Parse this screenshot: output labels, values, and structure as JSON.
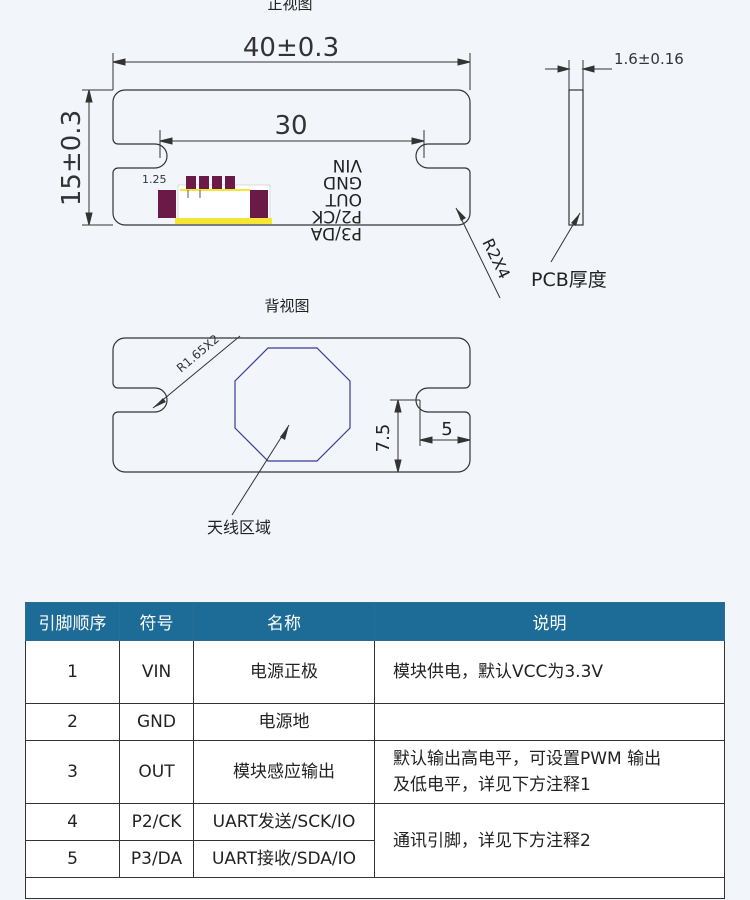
{
  "drawing": {
    "front_title": "正视图",
    "back_title": "背视图",
    "dim_length": "40±0.3",
    "dim_slot_span": "30",
    "dim_height": "15±0.3",
    "dim_thickness": "1.6±0.16",
    "dim_pad_pitch": "1.25",
    "dim_radius": "R2X4",
    "dim_corner_radius": "R1.65X2",
    "dim_slot_offset": "7.5",
    "dim_slot_depth": "5",
    "pcb_label": "PCB厚度",
    "antenna_label": "天线区域",
    "pin_labels": [
      "P3/DA",
      "P2/CK",
      "OUT",
      "GND",
      "VIN"
    ]
  },
  "table": {
    "headers": [
      "引脚顺序",
      "符号",
      "名称",
      "说明"
    ],
    "rows": [
      {
        "pin": "1",
        "symbol": "VIN",
        "name": "电源正极",
        "desc": "模块供电，默认VCC为3.3V"
      },
      {
        "pin": "2",
        "symbol": "GND",
        "name": "电源地",
        "desc": ""
      },
      {
        "pin": "3",
        "symbol": "OUT",
        "name": "模块感应输出",
        "desc_line1": "默认输出高电平，可设置PWM 输出",
        "desc_line2": "及低电平，详见下方注释1"
      },
      {
        "pin": "4",
        "symbol": "P2/CK",
        "name": "UART发送/SCK/IO",
        "desc": "通讯引脚，详见下方注释2"
      },
      {
        "pin": "5",
        "symbol": "P3/DA",
        "name": "UART接收/SDA/IO"
      }
    ]
  },
  "colors": {
    "header_bg": "#1d6b97",
    "pad_color": "#6b1a48",
    "antenna_outline": "#3a3a99"
  }
}
